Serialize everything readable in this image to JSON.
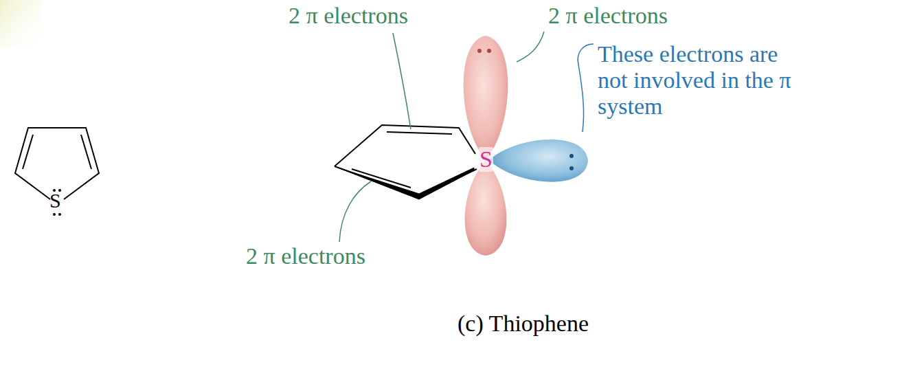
{
  "diagram": {
    "caption": "(c) Thiophene",
    "labels": [
      "S",
      "2 π electrons",
      "2 π electrons",
      "S",
      "These electrons are not involved in the π system",
      "2 π electrons"
    ]
  }
}
